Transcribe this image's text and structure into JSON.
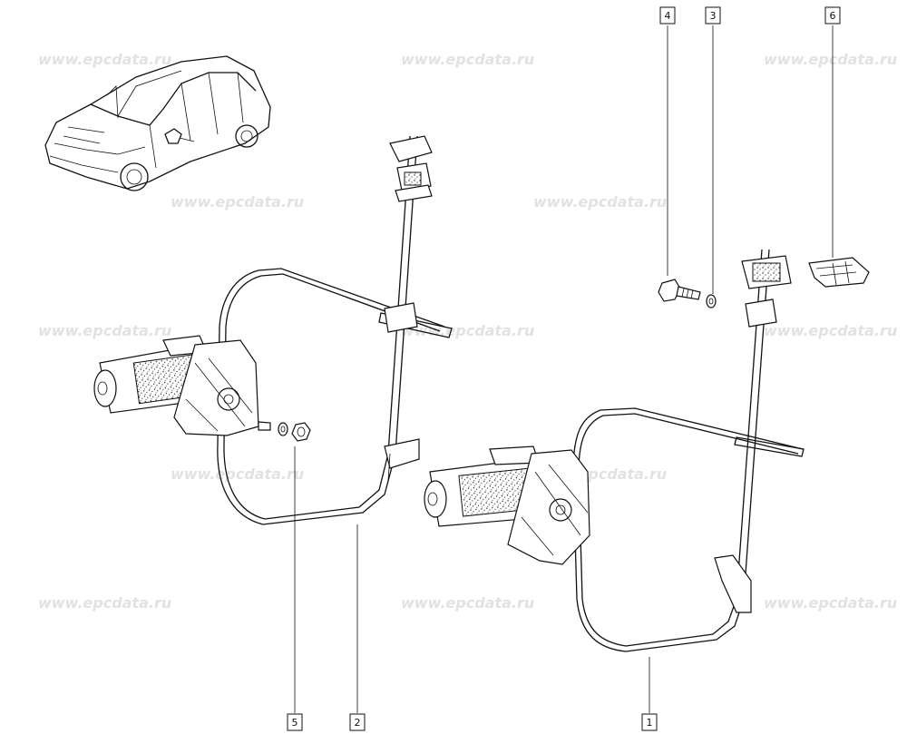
{
  "watermark": "www.epcdata.ru",
  "callouts": {
    "c1": "1",
    "c2": "2",
    "c3": "3",
    "c4": "4",
    "c5": "5",
    "c6": "6"
  },
  "colors": {
    "line": "#111111",
    "watermark": "#e2e2e2",
    "background": "#ffffff"
  }
}
